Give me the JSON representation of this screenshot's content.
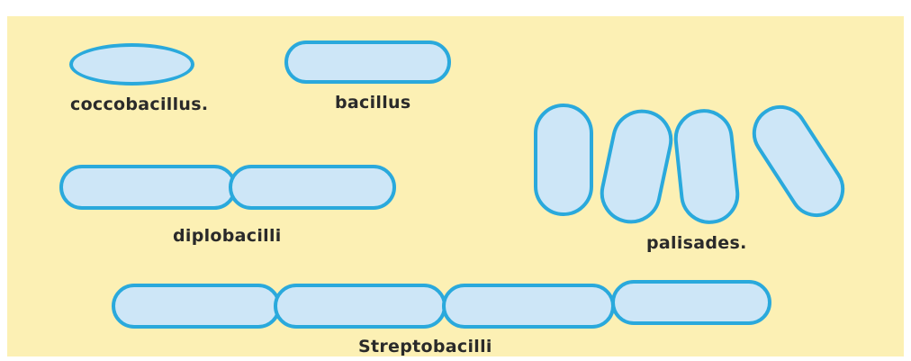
{
  "labels": {
    "coccobacillus": "coccobacillus.",
    "bacillus": "bacillus",
    "diplobacilli": "diplobacilli",
    "palisades": "palisades.",
    "streptobacilli": "Streptobacilli"
  },
  "colors": {
    "background": "#fcf0b4",
    "cell_fill": "#cde6f7",
    "cell_outline": "#2aa9dc",
    "label_text": "#2a2a2a"
  }
}
